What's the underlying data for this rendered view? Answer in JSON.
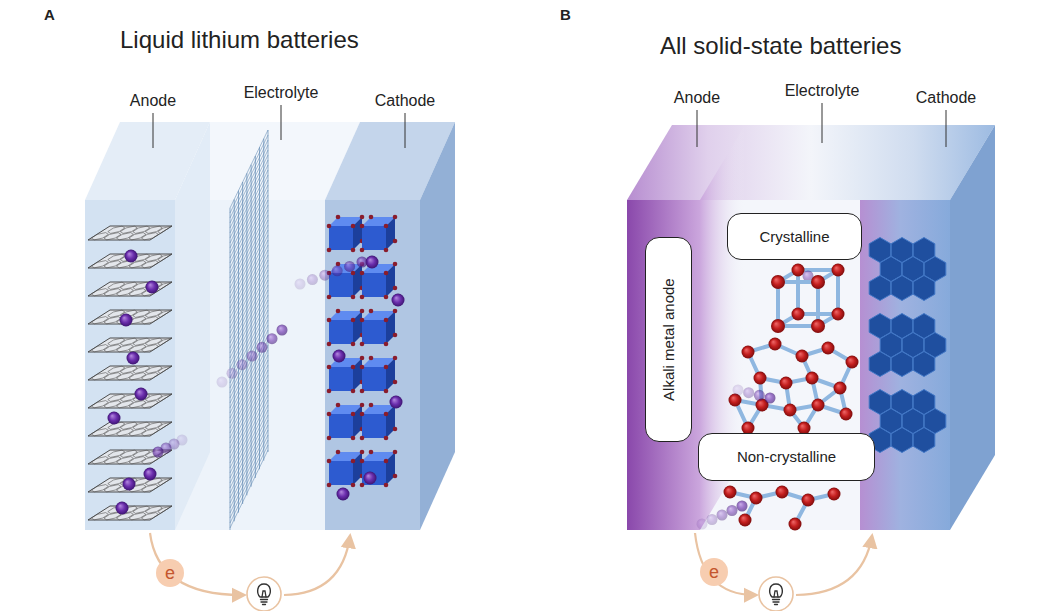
{
  "diagram": {
    "nodes": [
      {
        "text": [
          "e"
        ]
      },
      {
        "text": [
          "Alkali metal anode"
        ]
      },
      {
        "text": [
          "Crystalline"
        ]
      },
      {
        "text": [
          "Non-crystalline"
        ]
      },
      {
        "text": [
          "e"
        ]
      }
    ],
    "labels": [
      "A",
      "Liquid lithium batteries",
      "Anode",
      "Electrolyte",
      "Cathode",
      "B",
      "All solid-state batteries",
      "Anode",
      "Electrolyte",
      "Cathode"
    ]
  }
}
